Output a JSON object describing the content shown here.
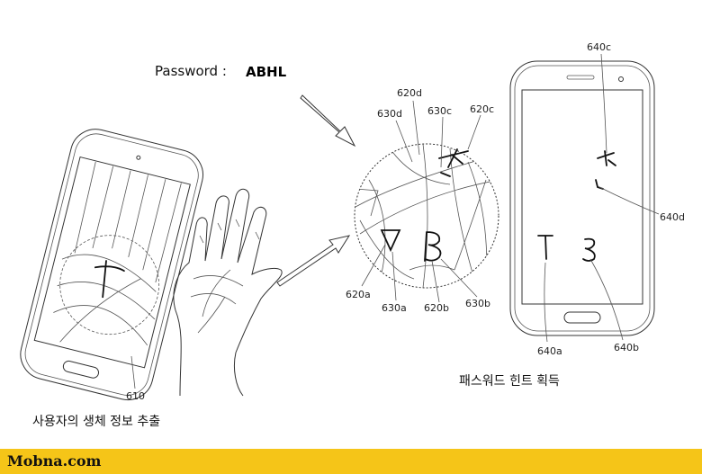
{
  "password": {
    "label": "Password :",
    "value": "ABHL"
  },
  "captions": {
    "left": "사용자의 생체 정보 추출",
    "right": "패스워드 힌트 획득"
  },
  "refs": {
    "r610": "610",
    "r620a": "620a",
    "r620b": "620b",
    "r620c": "620c",
    "r620d": "620d",
    "r630a": "630a",
    "r630b": "630b",
    "r630c": "630c",
    "r630d": "630d",
    "r640a": "640a",
    "r640b": "640b",
    "r640c": "640c",
    "r640d": "640d"
  },
  "watermark": "Mobna.com"
}
